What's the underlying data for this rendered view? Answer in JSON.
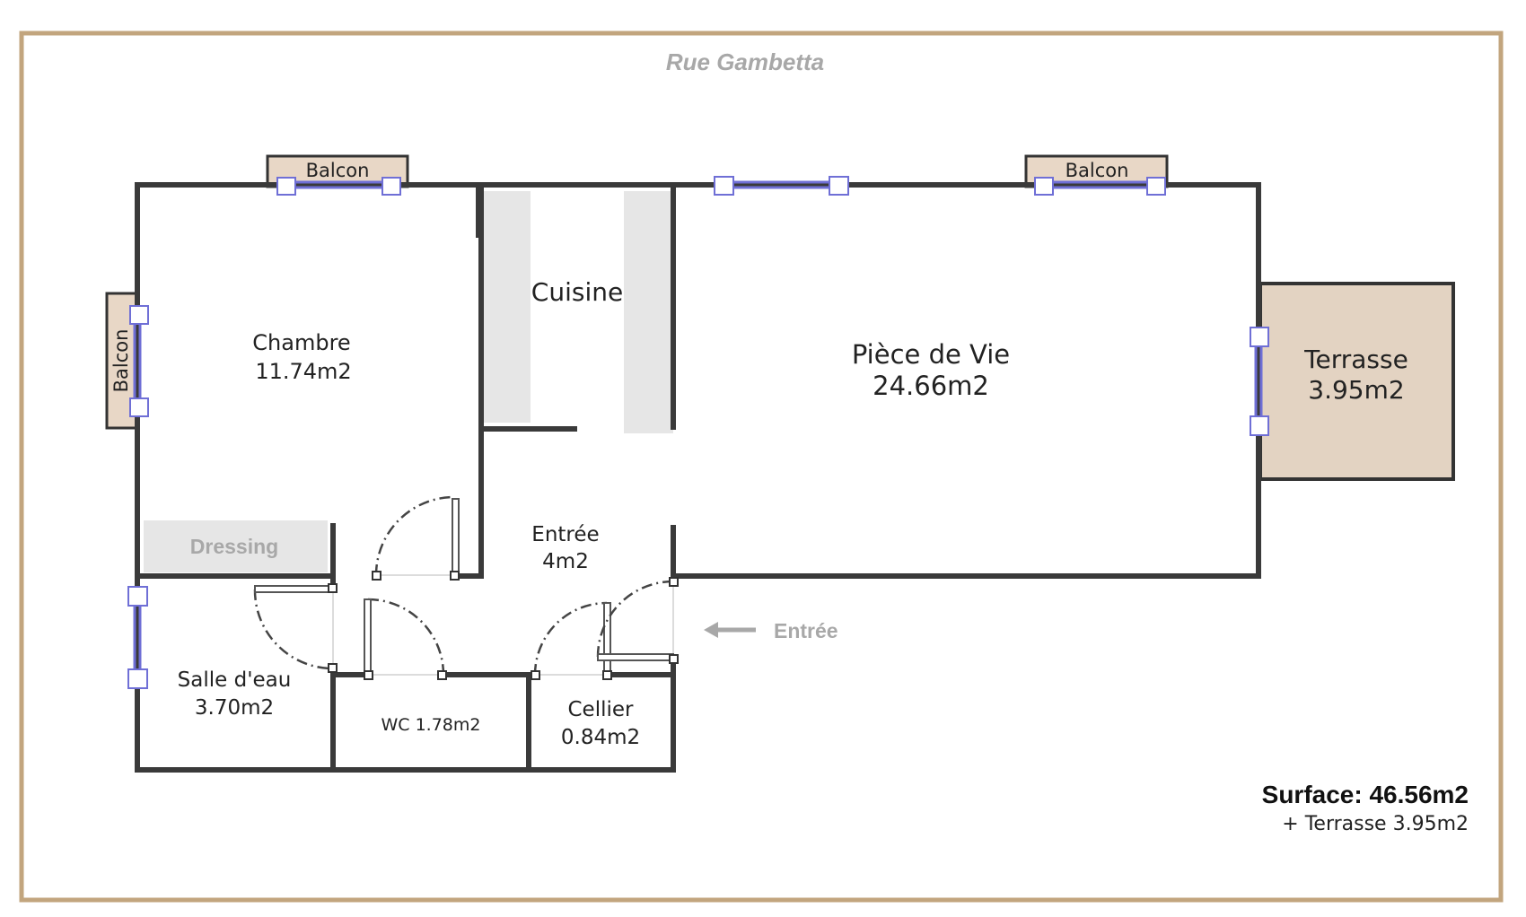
{
  "street": "Rue Gambetta",
  "colors": {
    "frame": "#c2a57e",
    "balcony_fill": "#e8d7c6",
    "terrace_fill": "#e3d3c2",
    "storage_fill": "#e6e6e6",
    "wall": "#3a3a3a",
    "window": "#6f6fd6",
    "muted_text": "#a8a8a8"
  },
  "rooms": {
    "chambre": {
      "name": "Chambre",
      "area": "11.74m2"
    },
    "cuisine": {
      "name": "Cuisine"
    },
    "piece_de_vie": {
      "name": "Pièce de Vie",
      "area": "24.66m2"
    },
    "terrasse": {
      "name": "Terrasse",
      "area": "3.95m2"
    },
    "dressing": {
      "name": "Dressing"
    },
    "entree": {
      "name": "Entrée",
      "area": "4m2"
    },
    "salle_deau": {
      "name": "Salle d'eau",
      "area": "3.70m2"
    },
    "wc": {
      "label": "WC 1.78m2"
    },
    "cellier": {
      "name": "Cellier",
      "area": "0.84m2"
    }
  },
  "balconies": {
    "top_left": "Balcon",
    "top_right": "Balcon",
    "left": "Balcon"
  },
  "entrance_marker": {
    "label": "Entrée",
    "icon": "arrow-left-icon"
  },
  "summary": {
    "surface": "Surface: 46.56m2",
    "extra": "+ Terrasse 3.95m2"
  }
}
